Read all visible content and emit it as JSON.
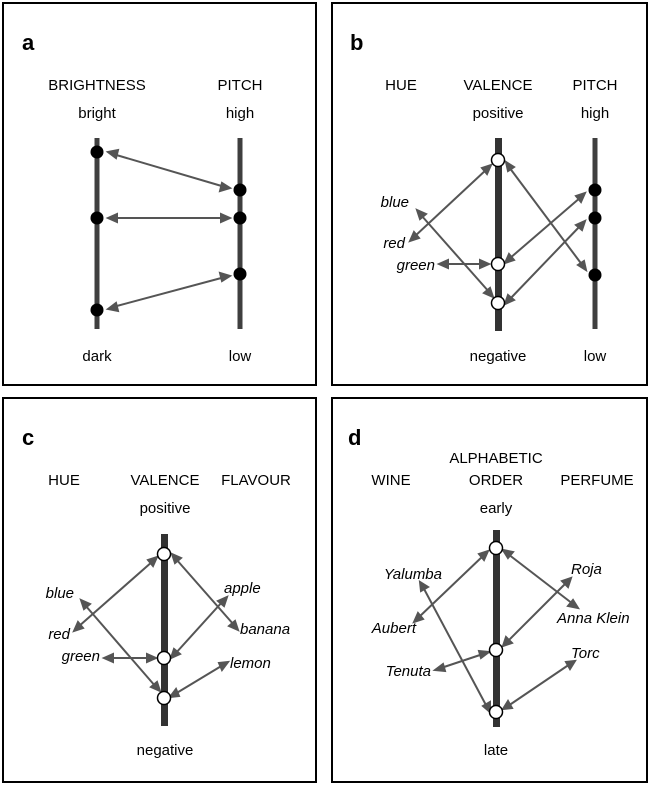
{
  "panels": [
    {
      "letter": "a",
      "axes": [
        {
          "heading": [
            "BRIGHTNESS"
          ],
          "top": "bright",
          "bottom": "dark"
        },
        {
          "heading": [
            "PITCH"
          ],
          "top": "high",
          "bottom": "low"
        }
      ],
      "side_items": []
    },
    {
      "letter": "b",
      "axes": [
        {
          "heading": [
            "HUE"
          ],
          "top": "",
          "bottom": ""
        },
        {
          "heading": [
            "VALENCE"
          ],
          "top": "positive",
          "bottom": "negative"
        },
        {
          "heading": [
            "PITCH"
          ],
          "top": "high",
          "bottom": "low"
        }
      ],
      "side_items": [
        "blue",
        "red",
        "green"
      ]
    },
    {
      "letter": "c",
      "axes": [
        {
          "heading": [
            "HUE"
          ],
          "top": "",
          "bottom": ""
        },
        {
          "heading": [
            "VALENCE"
          ],
          "top": "positive",
          "bottom": "negative"
        },
        {
          "heading": [
            "FLAVOUR"
          ],
          "top": "",
          "bottom": ""
        }
      ],
      "side_items": [
        "blue",
        "red",
        "green",
        "apple",
        "banana",
        "lemon"
      ]
    },
    {
      "letter": "d",
      "axes": [
        {
          "heading": [
            "WINE"
          ],
          "top": "",
          "bottom": ""
        },
        {
          "heading": [
            "ALPHABETIC",
            "ORDER"
          ],
          "top": "early",
          "bottom": "late"
        },
        {
          "heading": [
            "PERFUME"
          ],
          "top": "",
          "bottom": ""
        }
      ],
      "side_items": [
        "Yalumba",
        "Aubert",
        "Tenuta",
        "Roja",
        "Anna Klein",
        "Torc"
      ]
    }
  ]
}
